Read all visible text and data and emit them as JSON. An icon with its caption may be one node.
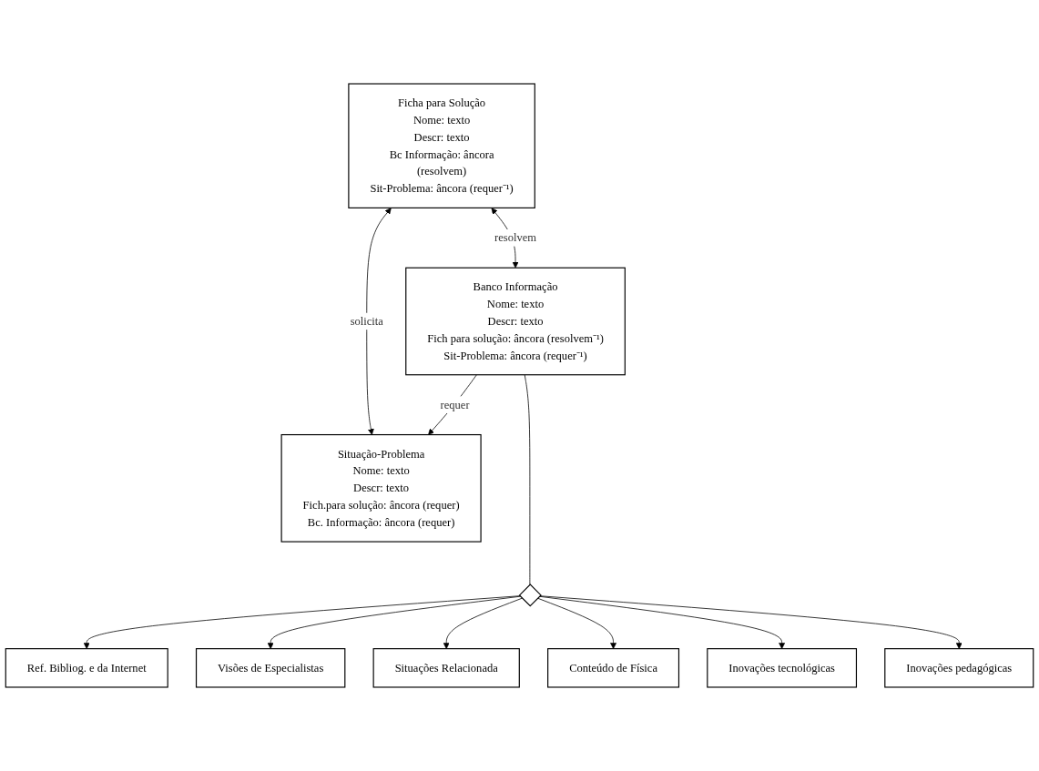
{
  "diagram": {
    "nodes": [
      {
        "text": [
          "Ficha para Solução",
          "Nome: texto",
          "Descr: texto",
          "Bc Informação: âncora",
          "(resolvem)",
          "Sit-Problema: âncora (requer⁻¹)"
        ]
      },
      {
        "text": [
          "Situação-Problema",
          "Nome: texto",
          "Descr: texto",
          "Fich.para solução: âncora (requer)",
          "Bc. Informação: âncora (requer)"
        ]
      },
      {
        "text": [
          "Banco Informação",
          "Nome: texto",
          "Descr: texto",
          "Fich para solução: âncora (resolvem⁻¹)",
          "Sit-Problema: âncora (requer⁻¹)"
        ]
      },
      {
        "text": [],
        "shape": "diamond"
      },
      {
        "text": [
          "Ref. Bibliog. e da Internet"
        ]
      },
      {
        "text": [
          "Visões de Especialistas"
        ]
      },
      {
        "text": [
          "Situações Relacionada"
        ]
      },
      {
        "text": [
          "Conteúdo de Física"
        ]
      },
      {
        "text": [
          "Inovações tecnológicas"
        ]
      },
      {
        "text": [
          "Inovações pedagógicas"
        ]
      }
    ],
    "edges": [
      {
        "from": 0,
        "to": 1,
        "arrow": "both",
        "label": "solicita"
      },
      {
        "from": 0,
        "to": 2,
        "arrow": "both",
        "label": "resolvem"
      },
      {
        "from": 2,
        "to": 1,
        "arrow": "to",
        "label": "requer"
      },
      {
        "from": 2,
        "to": 3,
        "arrow": "none"
      },
      {
        "from": 3,
        "to": 4,
        "arrow": "to"
      },
      {
        "from": 3,
        "to": 5,
        "arrow": "to"
      },
      {
        "from": 3,
        "to": 6,
        "arrow": "to"
      },
      {
        "from": 3,
        "to": 7,
        "arrow": "to"
      },
      {
        "from": 3,
        "to": 8,
        "arrow": "to"
      },
      {
        "from": 3,
        "to": 9,
        "arrow": "to"
      }
    ]
  }
}
